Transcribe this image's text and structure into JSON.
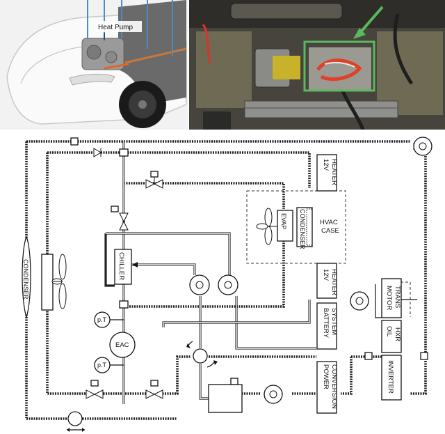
{
  "photo_left": {
    "callout": "Heat Pump"
  },
  "diagram": {
    "labels": {
      "heater_top": [
        "12V",
        "HEATER"
      ],
      "hvac_case": [
        "HVAC",
        "CASE"
      ],
      "condenser_inner": "CONDENSER",
      "evap": "EVAP",
      "heater_bottom": [
        "12V",
        "HEATER"
      ],
      "battery_system": [
        "BATTERY",
        "SYSTEM"
      ],
      "power_conversion": [
        "POWER",
        "CONVERSION"
      ],
      "condenser_outer": "CONDENSER",
      "chiller": "CHILLER",
      "eac": "EAC",
      "pt_top": "p.T",
      "pt_bottom": "p.T",
      "motor_trans": [
        "MOTOR",
        "TRANS"
      ],
      "oil_hxr": [
        "OIL",
        "HXR"
      ],
      "inverter": "INVERTER"
    }
  }
}
